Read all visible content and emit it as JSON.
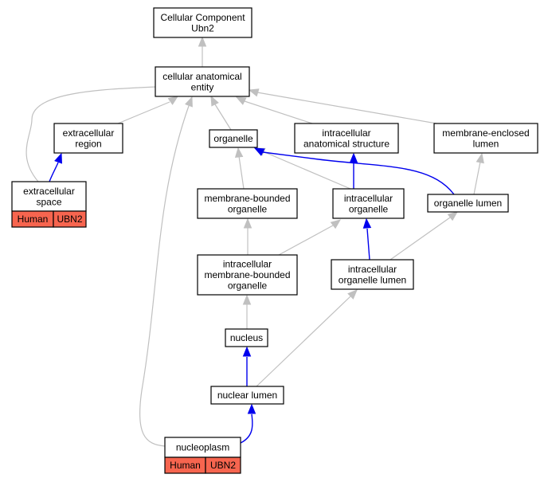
{
  "colors": {
    "is_a_edge": "#c0c0c0",
    "part_of_edge": "#0000ee",
    "annotation_fill": "#f7654f"
  },
  "nodes": {
    "root": {
      "lines": [
        "Cellular Component",
        "Ubn2"
      ]
    },
    "cellular_anatomical_entity": {
      "lines": [
        "cellular anatomical",
        "entity"
      ]
    },
    "extracellular_region": {
      "lines": [
        "extracellular",
        "region"
      ]
    },
    "organelle": {
      "lines": [
        "organelle"
      ]
    },
    "intracellular_anatomical_structure": {
      "lines": [
        "intracellular",
        "anatomical structure"
      ]
    },
    "membrane_enclosed_lumen": {
      "lines": [
        "membrane-enclosed",
        "lumen"
      ]
    },
    "extracellular_space": {
      "lines": [
        "extracellular",
        "space"
      ],
      "tags": [
        "Human",
        "UBN2"
      ]
    },
    "membrane_bounded_organelle": {
      "lines": [
        "membrane-bounded",
        "organelle"
      ]
    },
    "intracellular_organelle": {
      "lines": [
        "intracellular",
        "organelle"
      ]
    },
    "organelle_lumen": {
      "lines": [
        "organelle lumen"
      ]
    },
    "intracellular_membrane_bounded_organelle": {
      "lines": [
        "intracellular",
        "membrane-bounded",
        "organelle"
      ]
    },
    "intracellular_organelle_lumen": {
      "lines": [
        "intracellular",
        "organelle lumen"
      ]
    },
    "nucleus": {
      "lines": [
        "nucleus"
      ]
    },
    "nuclear_lumen": {
      "lines": [
        "nuclear lumen"
      ]
    },
    "nucleoplasm": {
      "lines": [
        "nucleoplasm"
      ],
      "tags": [
        "Human",
        "UBN2"
      ]
    }
  },
  "edges": [
    {
      "from": "cellular_anatomical_entity",
      "to": "root",
      "type": "is_a"
    },
    {
      "from": "extracellular_region",
      "to": "cellular_anatomical_entity",
      "type": "is_a"
    },
    {
      "from": "organelle",
      "to": "cellular_anatomical_entity",
      "type": "is_a"
    },
    {
      "from": "intracellular_anatomical_structure",
      "to": "cellular_anatomical_entity",
      "type": "is_a"
    },
    {
      "from": "membrane_enclosed_lumen",
      "to": "cellular_anatomical_entity",
      "type": "is_a"
    },
    {
      "from": "extracellular_space",
      "to": "cellular_anatomical_entity",
      "type": "is_a"
    },
    {
      "from": "extracellular_space",
      "to": "extracellular_region",
      "type": "part_of"
    },
    {
      "from": "membrane_bounded_organelle",
      "to": "organelle",
      "type": "is_a"
    },
    {
      "from": "intracellular_organelle",
      "to": "organelle",
      "type": "is_a"
    },
    {
      "from": "intracellular_organelle",
      "to": "intracellular_anatomical_structure",
      "type": "part_of"
    },
    {
      "from": "organelle_lumen",
      "to": "membrane_enclosed_lumen",
      "type": "is_a"
    },
    {
      "from": "organelle_lumen",
      "to": "organelle",
      "type": "part_of"
    },
    {
      "from": "intracellular_membrane_bounded_organelle",
      "to": "membrane_bounded_organelle",
      "type": "is_a"
    },
    {
      "from": "intracellular_membrane_bounded_organelle",
      "to": "intracellular_organelle",
      "type": "is_a"
    },
    {
      "from": "intracellular_organelle_lumen",
      "to": "intracellular_organelle",
      "type": "part_of"
    },
    {
      "from": "intracellular_organelle_lumen",
      "to": "organelle_lumen",
      "type": "is_a"
    },
    {
      "from": "nucleus",
      "to": "intracellular_membrane_bounded_organelle",
      "type": "is_a"
    },
    {
      "from": "nuclear_lumen",
      "to": "nucleus",
      "type": "part_of"
    },
    {
      "from": "nuclear_lumen",
      "to": "intracellular_organelle_lumen",
      "type": "is_a"
    },
    {
      "from": "nucleoplasm",
      "to": "nuclear_lumen",
      "type": "part_of"
    },
    {
      "from": "nucleoplasm",
      "to": "cellular_anatomical_entity",
      "type": "is_a"
    }
  ]
}
